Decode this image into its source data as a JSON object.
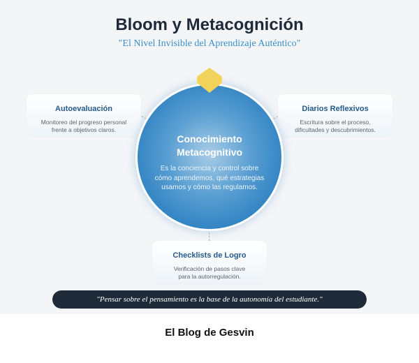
{
  "header": {
    "title": "Bloom y Metacognición",
    "subtitle": "\"El Nivel Invisible del Aprendizaje Auténtico\""
  },
  "center": {
    "title": "Conocimiento Metacognitivo",
    "description": "Es la conciencia y control sobre cómo aprendemos, qué estrategias usamos y cómo las regulamos."
  },
  "cards": [
    {
      "title": "Autoevaluación",
      "description": "Monitoreo del progreso personal frente a objetivos claros."
    },
    {
      "title": "Diarios Reflexivos",
      "description": "Escritura sobre el proceso, dificultades y descubrimientos."
    },
    {
      "title": "Checklists de Logro",
      "description": "Verificación de pasos clave para la autorregulación."
    }
  ],
  "quote": "\"Pensar sobre el pensamiento es la base de la autonomía del estudiante.\"",
  "footer": "El Blog de Gesvin",
  "colors": {
    "accent": "#2f82c2",
    "gem": "#f1d35c",
    "dark": "#1e2a38"
  }
}
